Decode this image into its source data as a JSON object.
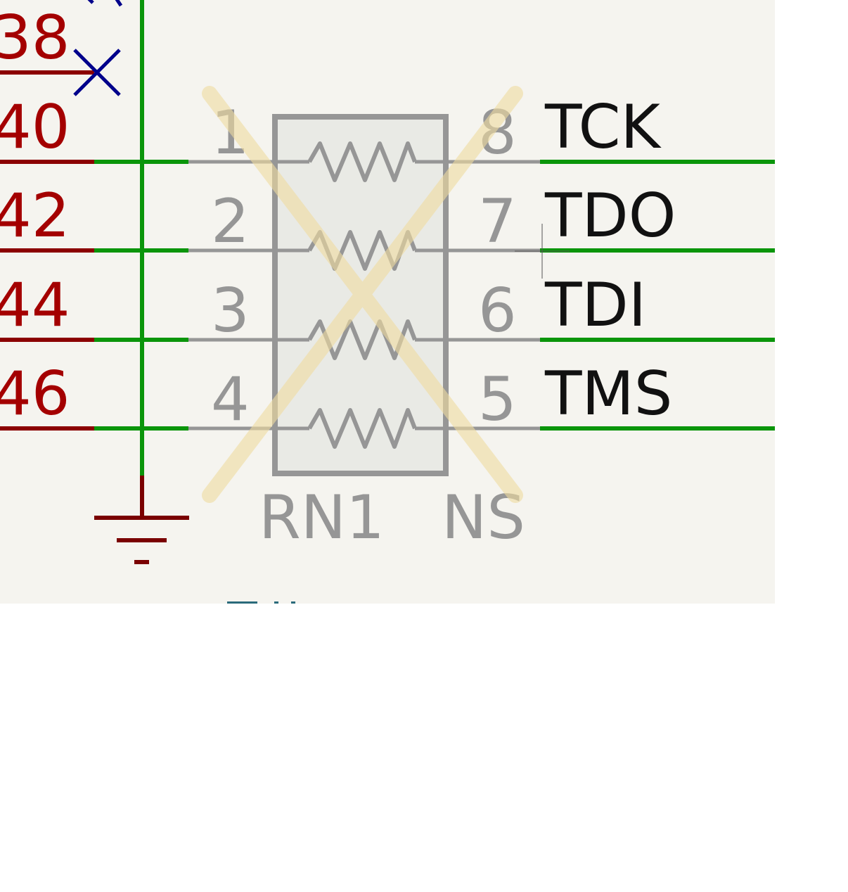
{
  "colors": {
    "sheet_background": "#f5f4ef",
    "page_background": "#ffffff",
    "wire": "#0a950a",
    "pin_line_left": "#8b0000",
    "pin_number_left": "#a40000",
    "no_connect": "#00008b",
    "component_outline": "#969696",
    "component_fill": "#e9eae5",
    "dnp_cross": "#f0dca0",
    "net_label": "#111111",
    "ground": "#7a0000",
    "partial_text": "#2a6a7a"
  },
  "left_pins": [
    {
      "number": "38",
      "no_connect": true
    },
    {
      "number": "40",
      "no_connect": false
    },
    {
      "number": "42",
      "no_connect": false
    },
    {
      "number": "44",
      "no_connect": false
    },
    {
      "number": "46",
      "no_connect": false
    }
  ],
  "component": {
    "reference": "RN1",
    "value": "NS",
    "dnp": true,
    "pins_left": [
      "1",
      "2",
      "3",
      "4"
    ],
    "pins_right": [
      "8",
      "7",
      "6",
      "5"
    ],
    "resistor_icon": "resistor-zigzag-icon"
  },
  "net_labels": [
    "TCK",
    "TDO",
    "TDI",
    "TMS"
  ],
  "symbols": {
    "ground": "ground-icon",
    "no_connect": "no-connect-x-icon"
  }
}
